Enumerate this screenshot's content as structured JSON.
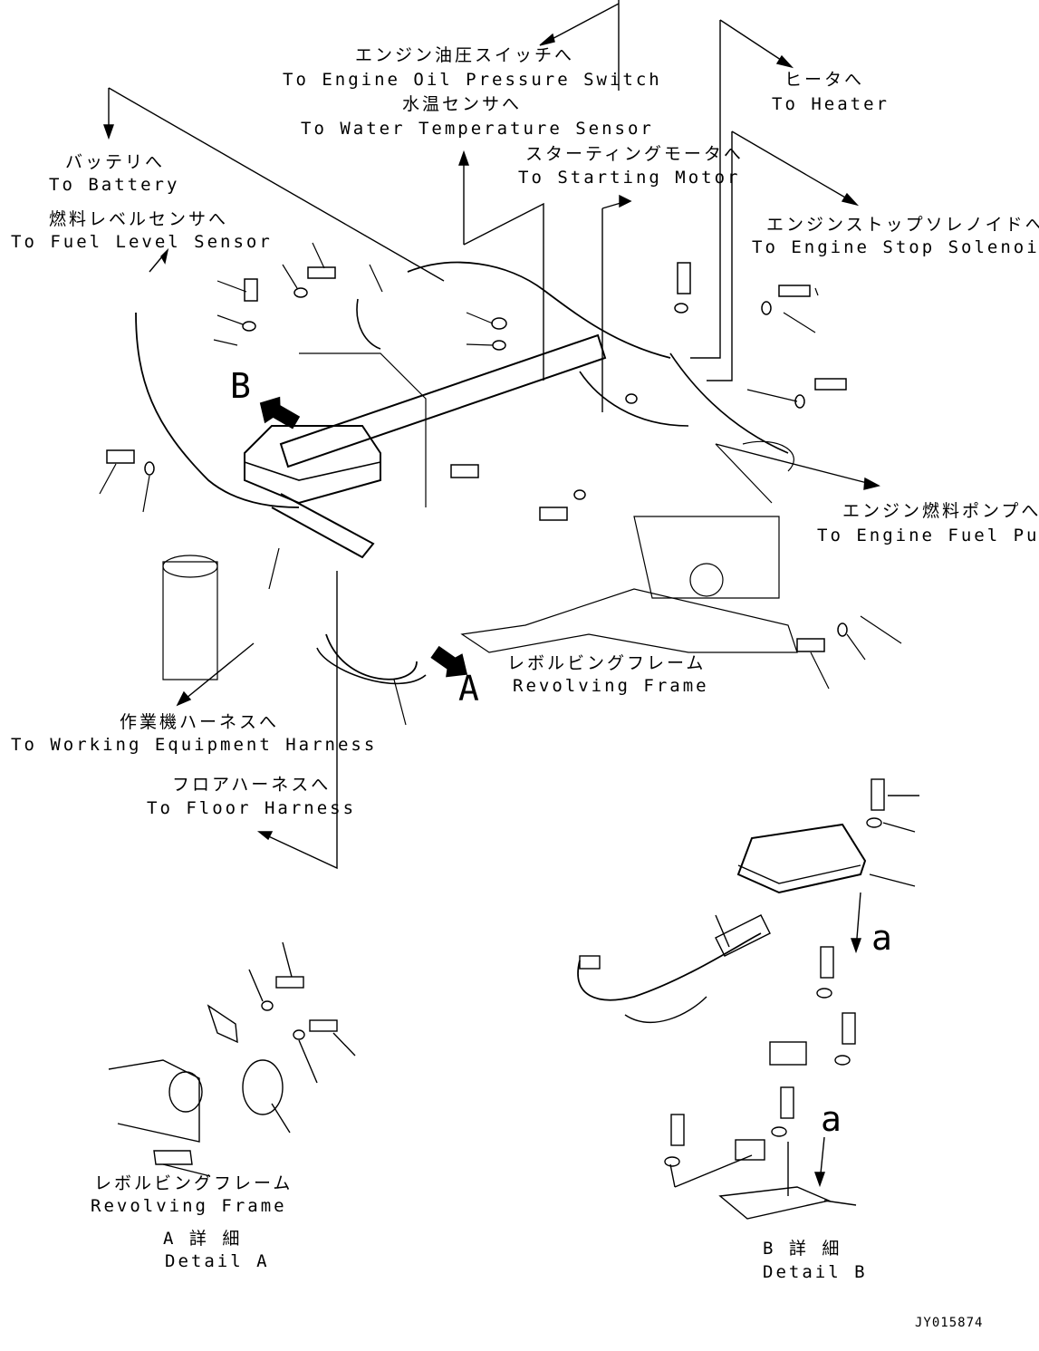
{
  "labels": {
    "oil_jp": "エンジン油圧スイッチへ",
    "oil_en": "To Engine Oil Pressure Switch",
    "water_jp": "水温センサへ",
    "water_en": "To Water Temperature Sensor",
    "heater_jp": "ヒータへ",
    "heater_en": "To Heater",
    "battery_jp": "バッテリへ",
    "battery_en": "To Battery",
    "fuel_level_jp": "燃料レベルセンサへ",
    "fuel_level_en": "To Fuel Level Sensor",
    "starting_jp": "スターティングモータへ",
    "starting_en": "To Starting Motor",
    "stop_jp": "エンジンストップソレノイドへ",
    "stop_en": "To Engine Stop Solenoid",
    "fuel_pump_jp": "エンジン燃料ポンプへ",
    "fuel_pump_en": "To Engine Fuel Pump",
    "revolving_jp": "レボルビングフレーム",
    "revolving_en": "Revolving Frame",
    "working_jp": "作業機ハーネスへ",
    "working_en": "To Working Equipment Harness",
    "floor_jp": "フロアハーネスへ",
    "floor_en": "To Floor Harness",
    "rev2_jp": "レボルビングフレーム",
    "rev2_en": "Revolving Frame",
    "detail_a_jp": "A 詳 細",
    "detail_a_en": "Detail A",
    "detail_b_jp": "B 詳 細",
    "detail_b_en": "Detail B",
    "view_a": "A",
    "view_b": "B",
    "mark_a1": "a",
    "mark_a2": "a",
    "drawing_no": "JY015874"
  }
}
